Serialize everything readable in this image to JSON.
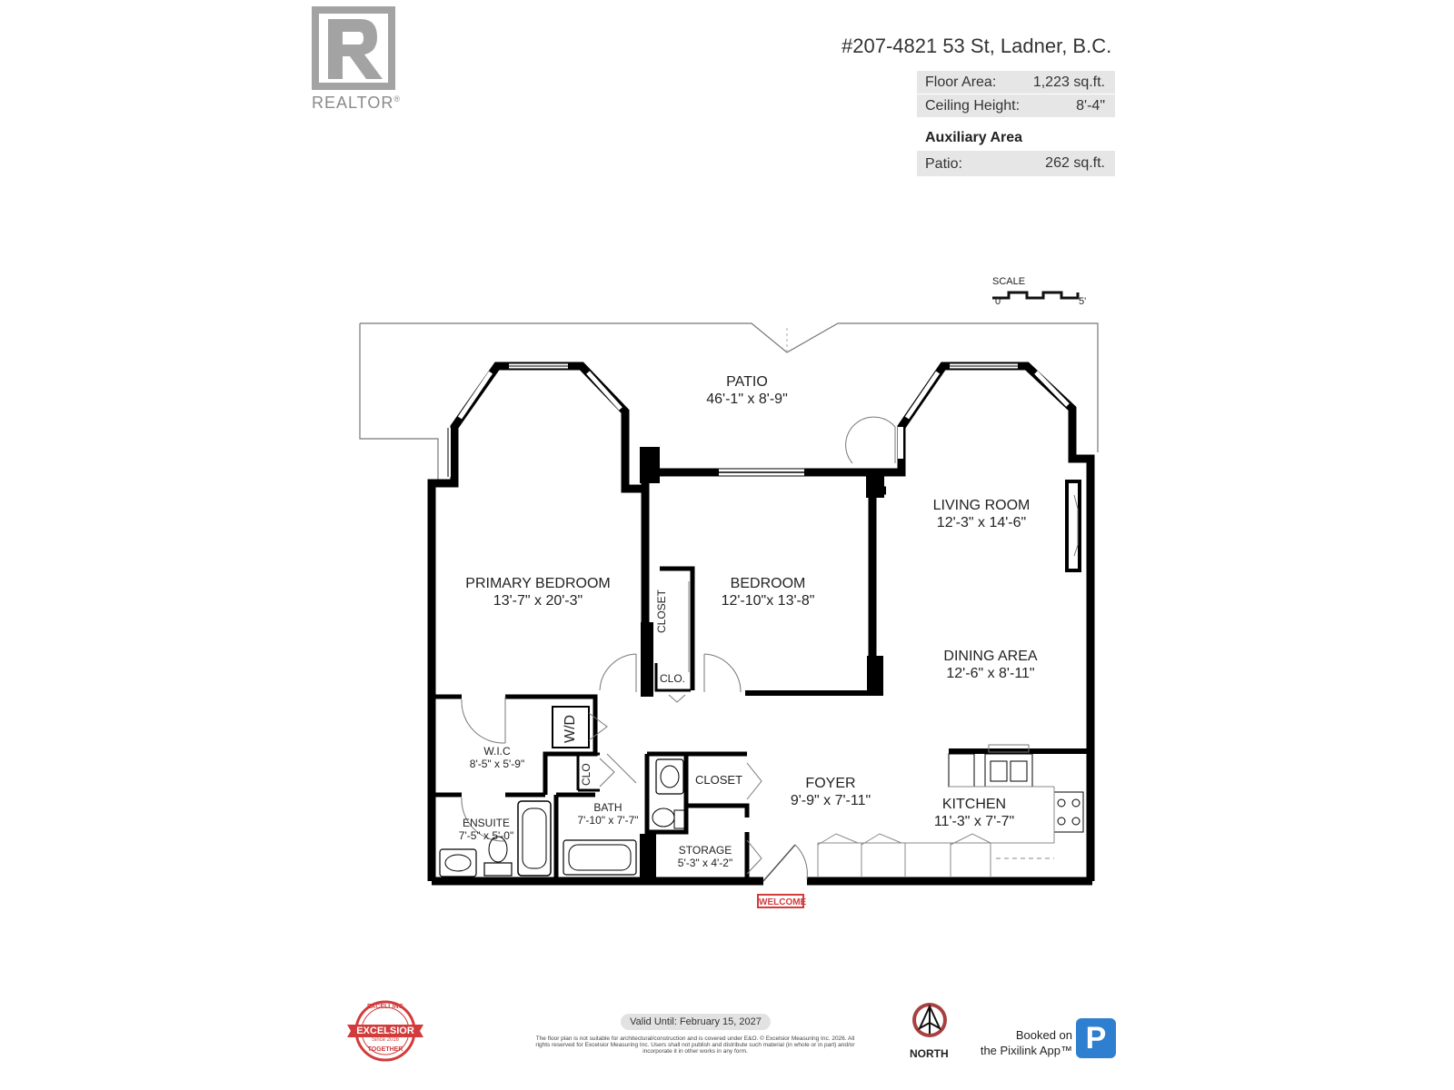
{
  "branding": {
    "realtor_word": "REALTOR",
    "realtor_mark": "®"
  },
  "header": {
    "address": "#207-4821 53 St, Ladner, B.C.",
    "floor_area": {
      "label": "Floor Area:",
      "value": "1,223 sq.ft."
    },
    "ceiling_height": {
      "label": "Ceiling Height:",
      "value": "8'-4\""
    },
    "auxiliary": {
      "heading": "Auxiliary Area",
      "patio_label": "Patio:",
      "patio_value": "262 sq.ft."
    }
  },
  "scale": {
    "label": "SCALE",
    "min": "0'",
    "max": "5'"
  },
  "rooms": {
    "patio": {
      "name": "PATIO",
      "dims": "46'-1\" x 8'-9\""
    },
    "primary_bedroom": {
      "name": "PRIMARY BEDROOM",
      "dims": "13'-7\" x 20'-3\""
    },
    "bedroom": {
      "name": "BEDROOM",
      "dims": "12'-10\"x 13'-8\""
    },
    "living_room": {
      "name": "LIVING ROOM",
      "dims": "12'-3\" x 14'-6\""
    },
    "dining_area": {
      "name": "DINING AREA",
      "dims": "12'-6\" x 8'-11\""
    },
    "foyer": {
      "name": "FOYER",
      "dims": "9'-9\" x 7'-11\""
    },
    "kitchen": {
      "name": "KITCHEN",
      "dims": "11'-3\" x 7'-7\""
    },
    "wic": {
      "name": "W.I.C",
      "dims": "8'-5\" x 5'-9\""
    },
    "ensuite": {
      "name": "ENSUITE",
      "dims": "7'-5\" x 5'-0\""
    },
    "bath": {
      "name": "BATH",
      "dims": "7'-10\" x 7'-7\""
    },
    "storage": {
      "name": "STORAGE",
      "dims": "5'-3\" x 4'-2\""
    },
    "closet": {
      "name": "CLOSET"
    },
    "closet_vertical": {
      "name": "CLOSET"
    },
    "clo1": {
      "name": "CLO."
    },
    "clo2": {
      "name": "CLO"
    },
    "wd": {
      "name": "W/D"
    }
  },
  "welcome": "WELCOME",
  "footer": {
    "valid_until": "Valid Until: February 15, 2027",
    "disclaimer": "The floor plan is not suitable for architectural/construction and is covered under E&O. © Excelsior Measuring Inc. 2026. All rights reserved for Excelsior Measuring Inc. Users shall not publish and distribute such material (in whole or in part) and/or incorporate it in other works in any form.",
    "seal": {
      "top": "EXCELLING",
      "middle": "EXCELSIOR",
      "bottom": "TOGETHER",
      "since": "Since 2016"
    },
    "north_label": "NORTH",
    "booked_line1": "Booked on",
    "booked_line2": "the Pixilink App™",
    "app_letter": "P"
  }
}
